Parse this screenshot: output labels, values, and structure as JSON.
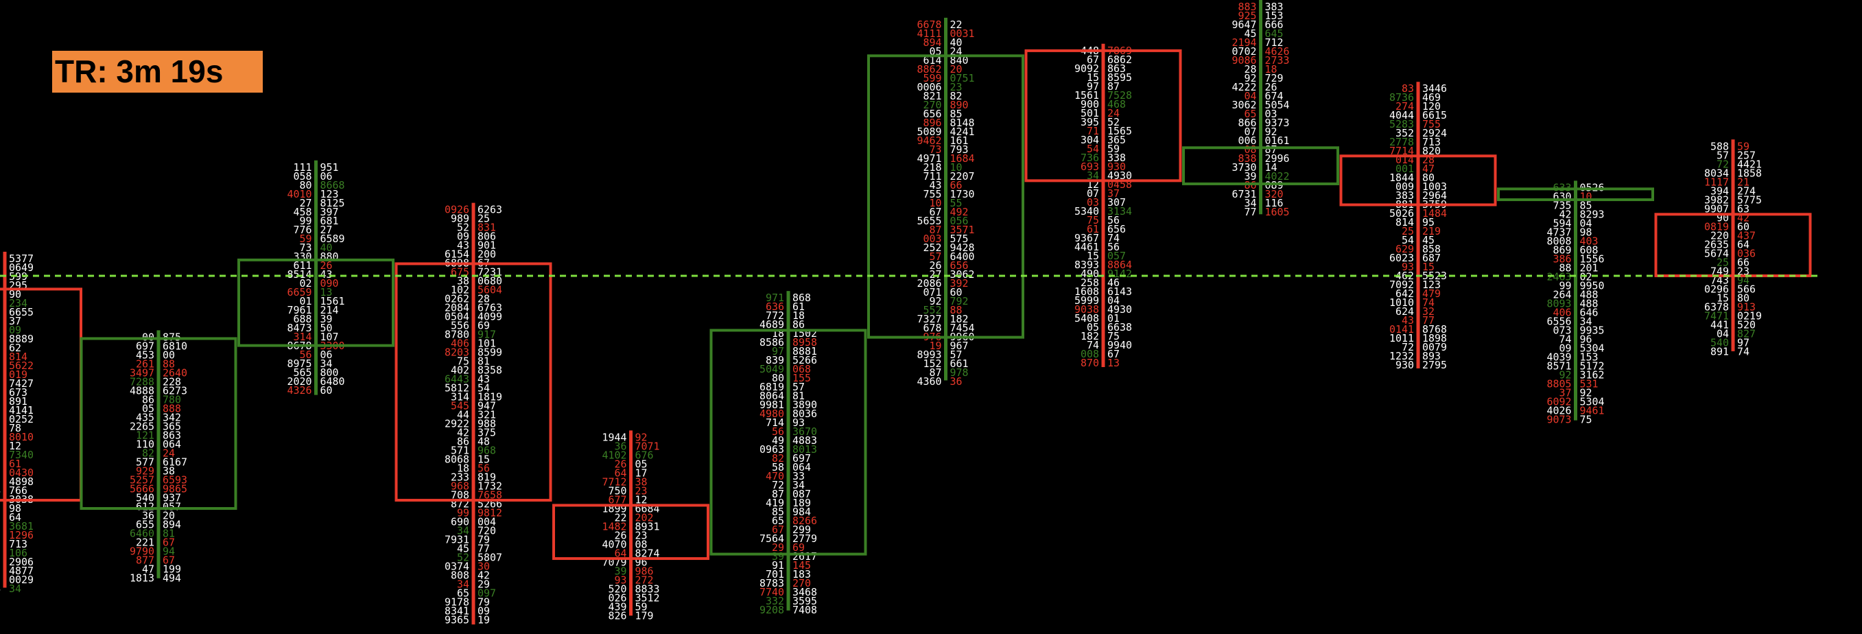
{
  "timer": {
    "label": "TR: 3m 19s",
    "background_color": "#f0883a"
  },
  "colors": {
    "background": "#000000",
    "bull": "#3a7f24",
    "bear": "#e8392a",
    "reference_line": "#7fe040",
    "cluster_text": "#ffffff"
  },
  "chart_data": {
    "type": "candlestick-footprint",
    "title": "",
    "xlabel": "",
    "ylabel": "",
    "grid": false,
    "legend": "none",
    "note": "Price axis not shown; values below are relative price levels (0 = bottom of view, 100 = top of view). Footprint cluster numbers are not legible at this resolution.",
    "reference_line": {
      "style": "dashed",
      "level": 56.5
    },
    "ylim": [
      0,
      100
    ],
    "candles": [
      {
        "index": 1,
        "direction": "bear",
        "open": 54.4,
        "close": 21.1,
        "high": 60.3,
        "low": 7.3
      },
      {
        "index": 2,
        "direction": "bull",
        "open": 19.8,
        "close": 46.6,
        "high": 47.9,
        "low": 8.8
      },
      {
        "index": 3,
        "direction": "bull",
        "open": 45.5,
        "close": 59.0,
        "high": 74.7,
        "low": 37.7
      },
      {
        "index": 4,
        "direction": "bear",
        "open": 58.4,
        "close": 21.1,
        "high": 68.0,
        "low": 1.5
      },
      {
        "index": 5,
        "direction": "bear",
        "open": 20.3,
        "close": 11.9,
        "high": 32.1,
        "low": 2.9
      },
      {
        "index": 6,
        "direction": "bull",
        "open": 12.6,
        "close": 47.9,
        "high": 54.1,
        "low": 3.7
      },
      {
        "index": 7,
        "direction": "bull",
        "open": 46.8,
        "close": 91.2,
        "high": 97.2,
        "low": 40.0
      },
      {
        "index": 8,
        "direction": "bear",
        "open": 92.0,
        "close": 71.5,
        "high": 93.1,
        "low": 42.1
      },
      {
        "index": 9,
        "direction": "bull",
        "open": 71.0,
        "close": 76.7,
        "high": 100.0,
        "low": 66.2
      },
      {
        "index": 10,
        "direction": "bear",
        "open": 75.4,
        "close": 67.7,
        "high": 87.1,
        "low": 41.9
      },
      {
        "index": 11,
        "direction": "bull",
        "open": 68.5,
        "close": 70.2,
        "high": 71.5,
        "low": 33.7
      },
      {
        "index": 12,
        "direction": "bear",
        "open": 66.2,
        "close": 56.5,
        "high": 78.0,
        "low": 44.6
      }
    ]
  }
}
